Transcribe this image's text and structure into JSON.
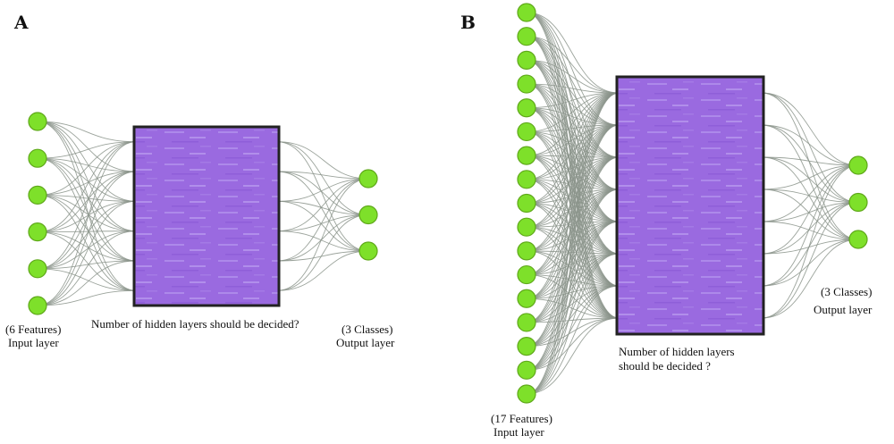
{
  "colors": {
    "node_fill": "#7ee02a",
    "node_stroke": "#5fa81a",
    "edge": "#8a938a",
    "box_fill": "#9a6ae0",
    "box_stroke": "#222222"
  },
  "panel_a": {
    "label": "A",
    "input_count": 6,
    "output_count": 3,
    "input_caption_line1": "(6 Features)",
    "input_caption_line2": "Input layer",
    "hidden_caption": "Number of hidden layers should be decided?",
    "output_caption_line1": "(3 Classes)",
    "output_caption_line2": "Output layer"
  },
  "panel_b": {
    "label": "B",
    "input_count": 17,
    "output_count": 3,
    "input_caption_line1": "(17 Features)",
    "input_caption_line2": "Input layer",
    "hidden_caption_line1": "Number of hidden layers",
    "hidden_caption_line2": "should be decided ?",
    "output_caption_line1": "(3 Classes)",
    "output_caption_line2": "Output layer"
  }
}
